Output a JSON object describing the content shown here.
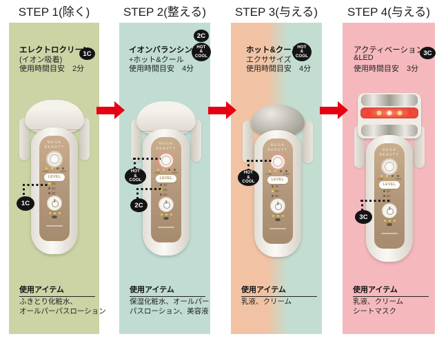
{
  "step_titles": [
    "STEP 1(除く)",
    "STEP 2(整える)",
    "STEP 3(与える)",
    "STEP 4(与える)"
  ],
  "badges": {
    "c1": "1C",
    "c2": "2C",
    "c3": "3C",
    "hot": [
      "HOT",
      "&",
      "COOL"
    ]
  },
  "panels": [
    {
      "bg_style": "background:#ccd3a5",
      "mode_line1": "エレクトロクリーン",
      "mode_line2": "(イオン吸着)",
      "time_line": "使用時間目安　2分",
      "items_heading": "使用アイテム",
      "items_line1": "ふきとり化粧水、",
      "items_line2": "オールパーパスローション"
    },
    {
      "bg_style": "background:#c0dcd3",
      "mode_line1": "イオンバランシング",
      "mode_line2": "+ホット&クール",
      "time_line": "使用時間目安　4分",
      "items_heading": "使用アイテム",
      "items_line1": "保湿化粧水、オールパー",
      "items_line2": "パスローション、美容液"
    },
    {
      "bg_style": "background:linear-gradient(90deg,#f1c3a4 0%,#f1c3a4 40%,#c3ddd0 62%,#c3ddd0 100%)",
      "mode_line1": "ホット&クール",
      "mode_line2": "エクササイズ",
      "time_line": "使用時間目安　4分",
      "items_heading": "使用アイテム",
      "items_line1": "乳液、クリーム",
      "items_line2": ""
    },
    {
      "bg_style": "background:#f5b9bd",
      "mode_line1": "アクティベーション",
      "mode_line2": "&LED",
      "time_line": "使用時間目安　3分",
      "items_heading": "使用アイテム",
      "items_line1": "乳液、クリーム",
      "items_line2": "シートマスク"
    }
  ],
  "device": {
    "brand1": "MEGA",
    "brand2": "BEAUTY",
    "level": "LEVEL",
    "low": "LOW",
    "high": "HIGH",
    "ind1": "1C",
    "ind2": "2C",
    "ind3": "3C"
  },
  "colors": {
    "panel1_bg": "#ccd3a5",
    "panel2_bg": "#c0dcd3",
    "panel3_left": "#f1c3a4",
    "panel3_right": "#c3ddd0",
    "panel4_bg": "#f5b9bd",
    "arrow_red": "#e60012",
    "badge_bg": "#141414"
  }
}
